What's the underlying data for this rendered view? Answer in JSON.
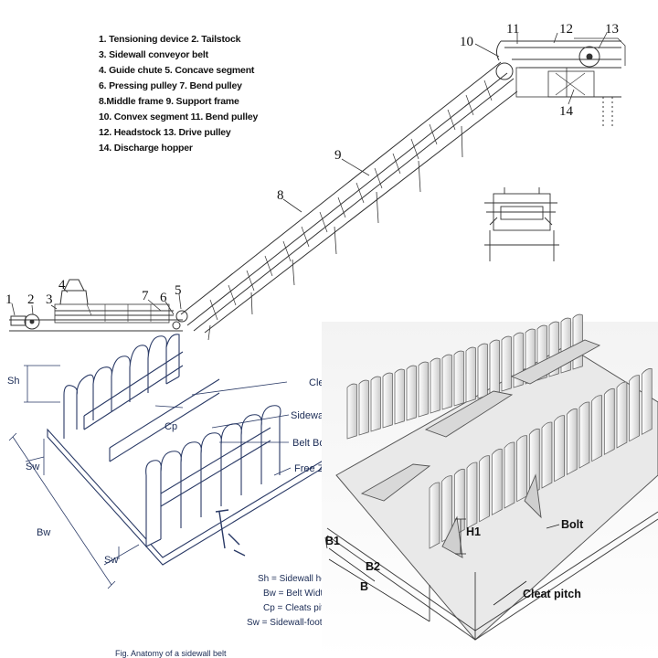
{
  "conveyor_drawing": {
    "legend": [
      "1. Tensioning device 2. Tailstock",
      "3. Sidewall conveyor belt",
      "4. Guide chute 5. Concave segment",
      "6. Pressing pulley 7. Bend pulley",
      "8.Middle frame 9. Support frame",
      "10. Convex segment 11. Bend pulley",
      "12. Headstock 13. Drive pulley",
      "14. Discharge hopper"
    ],
    "callouts": [
      "1",
      "2",
      "3",
      "4",
      "5",
      "6",
      "7",
      "8",
      "9",
      "10",
      "11",
      "12",
      "13",
      "14"
    ]
  },
  "anatomy_panel": {
    "labels": {
      "sh": "Sh",
      "cp": "Cp",
      "sw_top": "Sw",
      "sw_bottom": "Sw",
      "bw": "Bw",
      "cleat": "Cleat",
      "sidewall": "Sidewa",
      "belt_body": "Belt Bod",
      "free_zone": "Free Zon"
    },
    "key": [
      "Sh = Sidewall heigh",
      "Bw = Belt Widt",
      "Cp = Cleats pitc",
      "Sw = Sidewall-foot wit"
    ],
    "caption": "Fig. Anatomy of a sidewall belt"
  },
  "render_panel": {
    "labels": {
      "h1": "H1",
      "bolt": "Bolt",
      "b1": "B1",
      "b2": "B2",
      "b": "B",
      "cleat_pitch": "Cleat pitch"
    }
  }
}
